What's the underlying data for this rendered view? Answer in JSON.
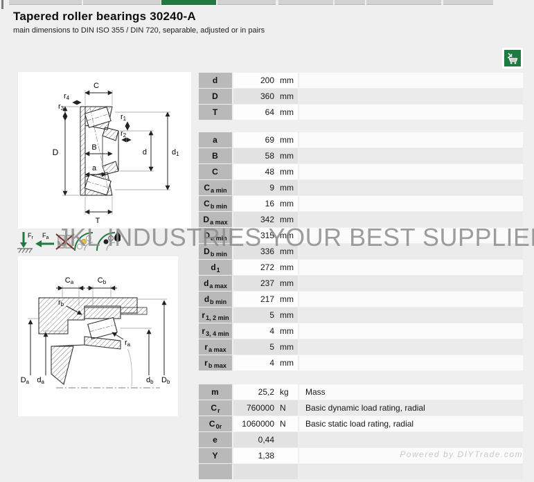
{
  "header": {
    "title": "Tapered roller bearings 30240-A",
    "subtitle": "main dimensions to DIN ISO 355 / DIN 720, separable, adjusted or in pairs"
  },
  "watermark": "JKL INDUSTRIES YOUR BEST SUPPLIER",
  "credit": "Powered by DIYTrade.com",
  "load_icons": {
    "radial": {
      "base": "F",
      "sub": "r"
    },
    "axial": {
      "base": "F",
      "sub": "a"
    }
  },
  "drawing1": {
    "labels": {
      "C": "C",
      "r4": [
        "r",
        "4"
      ],
      "r3": [
        "r",
        "3"
      ],
      "r1": [
        "r",
        "1"
      ],
      "r2": [
        "r",
        "2"
      ],
      "B": "B",
      "a": "a",
      "D": "D",
      "d": "d",
      "d1": [
        "d",
        "1"
      ],
      "T": "T"
    }
  },
  "drawing2": {
    "labels": {
      "Ca": [
        "C",
        "a"
      ],
      "Cb": [
        "C",
        "b"
      ],
      "rb": [
        "r",
        "b"
      ],
      "ra": [
        "r",
        "a"
      ],
      "Da": [
        "D",
        "a"
      ],
      "da": [
        "d",
        "a"
      ],
      "db": [
        "d",
        "b"
      ],
      "Db": [
        "D",
        "b"
      ]
    }
  },
  "table": {
    "blocks": [
      {
        "rows": [
          {
            "label": "d",
            "sub": "",
            "value": "200",
            "unit": "mm",
            "desc": ""
          },
          {
            "label": "D",
            "sub": "",
            "value": "360",
            "unit": "mm",
            "desc": ""
          },
          {
            "label": "T",
            "sub": "",
            "value": "64",
            "unit": "mm",
            "desc": ""
          }
        ]
      },
      {
        "rows": [
          {
            "label": "a",
            "sub": "",
            "value": "69",
            "unit": "mm",
            "desc": ""
          },
          {
            "label": "B",
            "sub": "",
            "value": "58",
            "unit": "mm",
            "desc": ""
          },
          {
            "label": "C",
            "sub": "",
            "value": "48",
            "unit": "mm",
            "desc": ""
          },
          {
            "label": "C",
            "sub": "a min",
            "value": "9",
            "unit": "mm",
            "desc": ""
          },
          {
            "label": "C",
            "sub": "b min",
            "value": "16",
            "unit": "mm",
            "desc": ""
          },
          {
            "label": "D",
            "sub": "a max",
            "value": "342",
            "unit": "mm",
            "desc": ""
          },
          {
            "label": "D",
            "sub": "a min",
            "value": "315",
            "unit": "mm",
            "desc": ""
          },
          {
            "label": "D",
            "sub": "b min",
            "value": "336",
            "unit": "mm",
            "desc": ""
          },
          {
            "label": "d",
            "sub": "1",
            "value": "272",
            "unit": "mm",
            "desc": ""
          },
          {
            "label": "d",
            "sub": "a max",
            "value": "237",
            "unit": "mm",
            "desc": ""
          },
          {
            "label": "d",
            "sub": "b min",
            "value": "217",
            "unit": "mm",
            "desc": ""
          },
          {
            "label": "r",
            "sub": "1, 2 min",
            "value": "5",
            "unit": "mm",
            "desc": ""
          },
          {
            "label": "r",
            "sub": "3, 4 min",
            "value": "4",
            "unit": "mm",
            "desc": ""
          },
          {
            "label": "r",
            "sub": "a max",
            "value": "5",
            "unit": "mm",
            "desc": ""
          },
          {
            "label": "r",
            "sub": "b max",
            "value": "4",
            "unit": "mm",
            "desc": ""
          }
        ]
      },
      {
        "rows": [
          {
            "label": "m",
            "sub": "",
            "value": "25,2",
            "unit": "kg",
            "desc": "Mass"
          },
          {
            "label": "C",
            "sub": "r",
            "value": "760000",
            "unit": "N",
            "desc": "Basic dynamic load rating, radial"
          },
          {
            "label": "C",
            "sub": "0r",
            "value": "1060000",
            "unit": "N",
            "desc": "Basic static load rating, radial"
          },
          {
            "label": "e",
            "sub": "",
            "value": "0,44",
            "unit": "",
            "desc": ""
          },
          {
            "label": "Y",
            "sub": "",
            "value": "1,38",
            "unit": "",
            "desc": ""
          },
          {
            "label": "",
            "sub": "",
            "value": "",
            "unit": "",
            "desc": ""
          }
        ]
      }
    ]
  }
}
